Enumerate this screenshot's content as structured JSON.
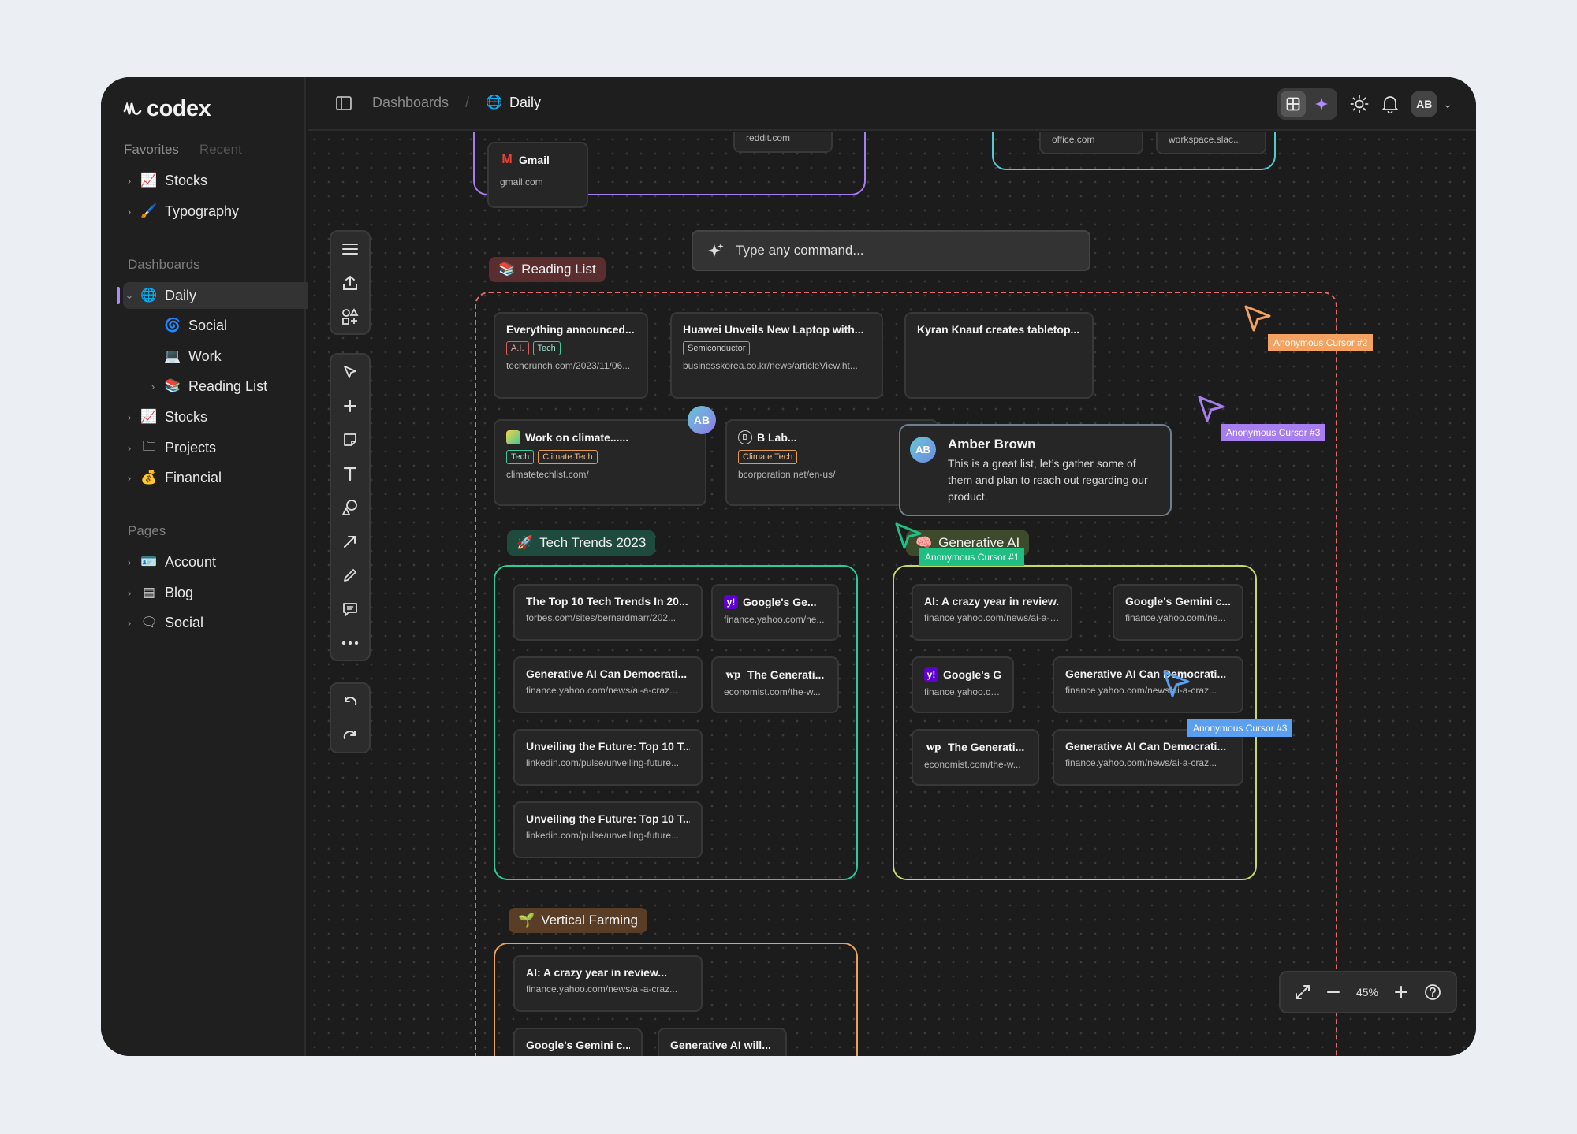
{
  "app": {
    "brand": "codex"
  },
  "sidebar": {
    "tabs": [
      "Favorites",
      "Recent"
    ],
    "favorites": [
      {
        "label": "Stocks",
        "icon": "📈"
      },
      {
        "label": "Typography",
        "icon": "🖌️"
      }
    ],
    "dashboards_title": "Dashboards",
    "dashboards": [
      {
        "label": "Daily",
        "icon": "🌐"
      },
      {
        "label": "Social",
        "icon": "🌀"
      },
      {
        "label": "Work",
        "icon": "💻"
      },
      {
        "label": "Reading List",
        "icon": "📚"
      },
      {
        "label": "Stocks",
        "icon": "📈"
      },
      {
        "label": "Projects",
        "icon": "🗀"
      },
      {
        "label": "Financial",
        "icon": "💰"
      }
    ],
    "pages_title": "Pages",
    "pages": [
      {
        "label": "Account",
        "icon": "🪪"
      },
      {
        "label": "Blog",
        "icon": "▤"
      },
      {
        "label": "Social",
        "icon": "🗨"
      }
    ]
  },
  "topbar": {
    "crumb_root": "Dashboards",
    "separator": "/",
    "crumb_current": "Daily",
    "crumb_icon": "🌐",
    "avatar": "AB"
  },
  "command": {
    "placeholder": "Type any command..."
  },
  "top_cards": [
    {
      "title": "Gmail",
      "url": "gmail.com"
    },
    {
      "url": "reddit.com"
    },
    {
      "url": "office.com"
    },
    {
      "url": "workspace.slac..."
    }
  ],
  "reading_list": {
    "label": "Reading List",
    "icon": "📚",
    "cards": [
      {
        "title": "Everything announced...",
        "tags": [
          "A.I.",
          "Tech"
        ],
        "url": "techcrunch.com/2023/11/06..."
      },
      {
        "title": "Huawei Unveils New Laptop with...",
        "tags": [
          "Semiconductor"
        ],
        "url": "businesskorea.co.kr/news/articleView.ht..."
      },
      {
        "title": "Kyran Knauf creates tabletop..."
      },
      {
        "title": "Work on climate......",
        "tags": [
          "Tech",
          "Climate Tech"
        ],
        "url": "climatetechlist.com/"
      },
      {
        "title": "B Lab...",
        "tags": [
          "Climate Tech"
        ],
        "url": "bcorporation.net/en-us/"
      }
    ]
  },
  "comment": {
    "avatar": "AB",
    "author": "Amber Brown",
    "text": "This is a great list, let’s gather some of them and plan to reach out regarding our product."
  },
  "presence_avatar": "AB",
  "tech_trends": {
    "label": "Tech Trends 2023",
    "icon": "🚀",
    "cards": [
      {
        "title": "The Top 10 Tech Trends In 20...",
        "url": "forbes.com/sites/bernardmarr/202..."
      },
      {
        "title": "Google's Ge...",
        "url": "finance.yahoo.com/ne...",
        "fav": "y!"
      },
      {
        "title": "Generative AI Can Democrati...",
        "url": "finance.yahoo.com/news/ai-a-craz..."
      },
      {
        "title": "The Generati...",
        "url": "economist.com/the-w...",
        "fav": "wp"
      },
      {
        "title": "Unveiling the Future: Top 10 T...",
        "url": "linkedin.com/pulse/unveiling-future..."
      },
      {
        "title": "Unveiling the Future: Top 10 T...",
        "url": "linkedin.com/pulse/unveiling-future..."
      }
    ]
  },
  "generative_ai": {
    "label": "Generative AI",
    "icon": "🧠",
    "cards": [
      {
        "title": "AI: A crazy year in review...",
        "url": "finance.yahoo.com/news/ai-a-craz..."
      },
      {
        "title": "Google's Gemini c...",
        "url": "finance.yahoo.com/ne..."
      },
      {
        "title": "Google's Ge...",
        "url": "finance.yahoo.com/ne...",
        "fav": "y!"
      },
      {
        "title": "Generative AI Can Democrati...",
        "url": "finance.yahoo.com/news/ai-a-craz..."
      },
      {
        "title": "The Generati...",
        "url": "economist.com/the-w...",
        "fav": "wp"
      },
      {
        "title": "Generative AI Can Democrati...",
        "url": "finance.yahoo.com/news/ai-a-craz..."
      }
    ]
  },
  "vertical_farming": {
    "label": "Vertical Farming",
    "icon": "🌱",
    "cards": [
      {
        "title": "AI: A crazy year in review...",
        "url": "finance.yahoo.com/news/ai-a-craz..."
      },
      {
        "title": "Google's Gemini c..."
      },
      {
        "title": "Generative AI will..."
      }
    ]
  },
  "cursors": [
    {
      "label": "Anonymous Cursor #2",
      "color": "#f4a261"
    },
    {
      "label": "Anonymous Cursor #3",
      "color": "#a77ef0"
    },
    {
      "label": "Anonymous Cursor #1",
      "color": "#1fbf83"
    },
    {
      "label": "Anonymous Cursor #3",
      "color": "#5b9ff0"
    }
  ],
  "zoom": {
    "level": "45%"
  },
  "colors": {
    "accent": "#a98bff",
    "reading_border": "#e26a6a",
    "tech_border": "#2ec99a",
    "genai_border": "#c6d86a",
    "farm_border": "#e8a25a",
    "top_left_border": "#a77ef0",
    "top_right_border": "#57c7d0"
  }
}
